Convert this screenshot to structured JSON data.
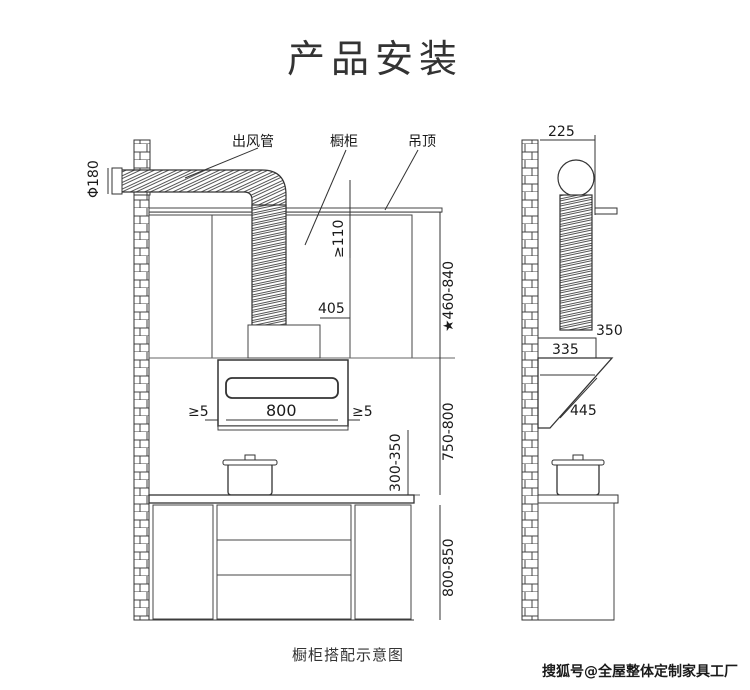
{
  "title": "产品安装",
  "caption": "橱柜搭配示意图",
  "watermark": "搜狐号@全屋整体定制家具工厂",
  "front_view": {
    "labels": {
      "duct": "出风管",
      "cabinet": "橱柜",
      "ceiling": "吊顶"
    },
    "dimensions": {
      "duct_diameter": "Φ180",
      "above_cabinet": "≥110",
      "hood_top_width": "405",
      "hood_width": "800",
      "left_gap": "≥5",
      "right_gap": "≥5",
      "upper_height": "★460-840",
      "mid_height": "750-800",
      "hood_to_pot": "300-350",
      "counter_height": "800-850"
    }
  },
  "side_view": {
    "dimensions": {
      "top_width": "225",
      "depth_upper": "350",
      "depth_lower": "335",
      "slope": "445"
    }
  }
}
